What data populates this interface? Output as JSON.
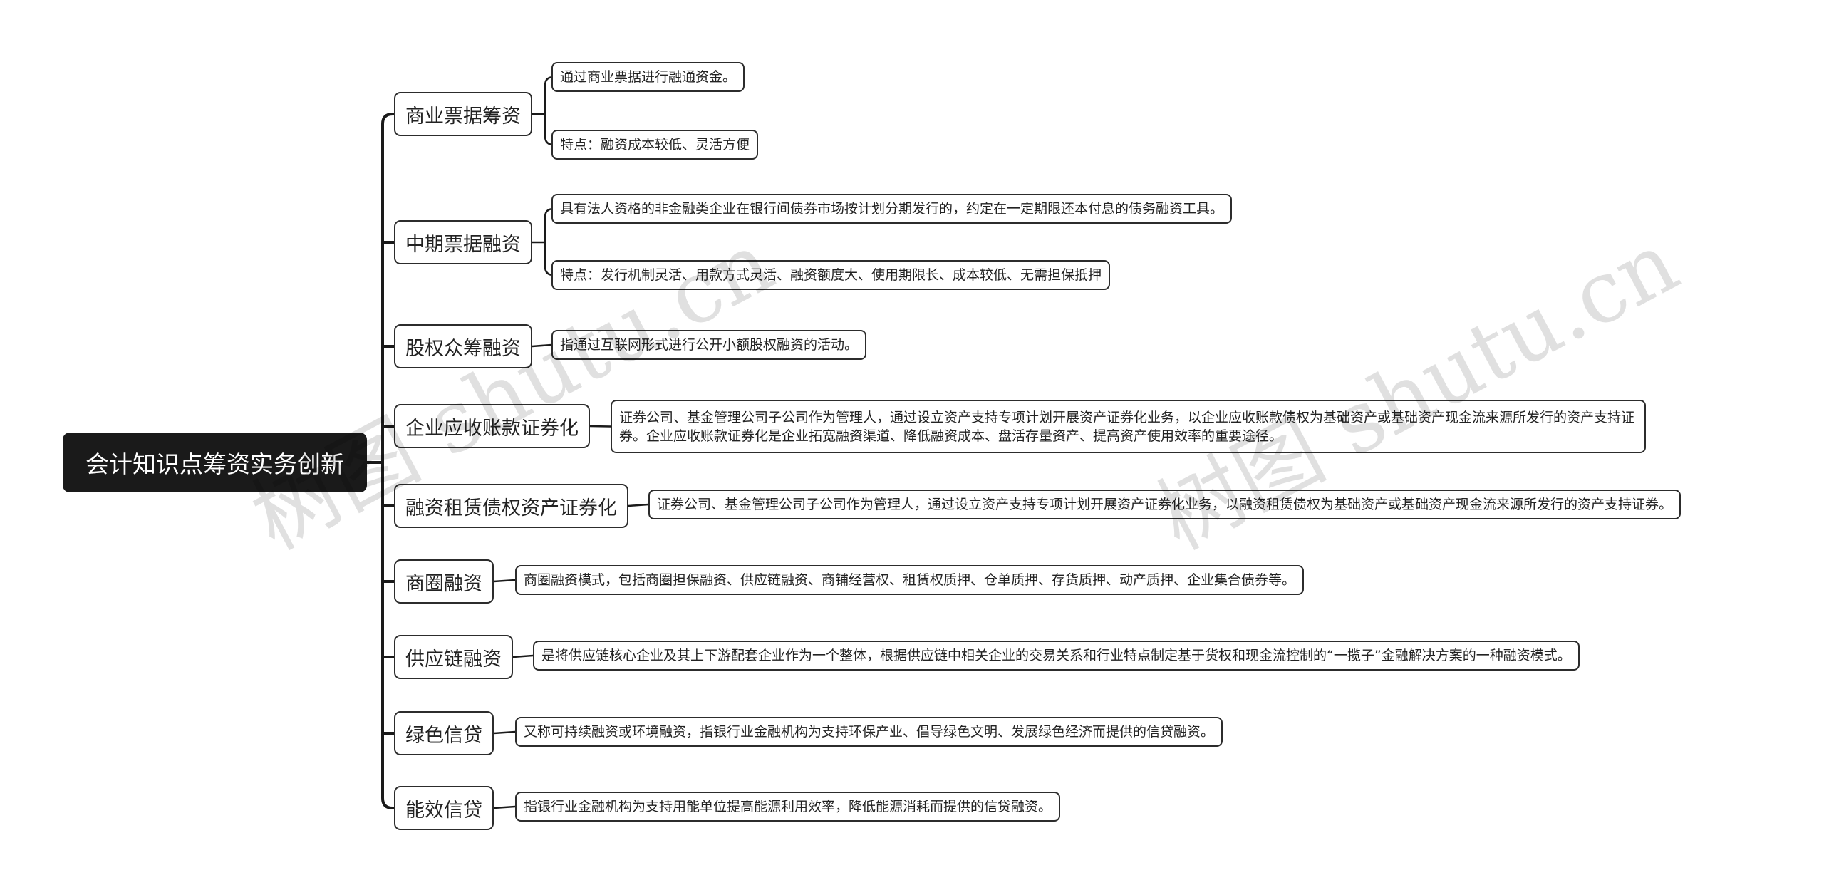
{
  "root": {
    "label": "会计知识点筹资实务创新"
  },
  "watermark": "树图 shutu.cn",
  "branches": [
    {
      "label": "商业票据筹资",
      "leaves": [
        "通过商业票据进行融通资金。",
        "特点：融资成本较低、灵活方便"
      ]
    },
    {
      "label": "中期票据融资",
      "leaves": [
        "具有法人资格的非金融类企业在银行间债券市场按计划分期发行的，约定在一定期限还本付息的债务融资工具。",
        "特点：发行机制灵活、用款方式灵活、融资额度大、使用期限长、成本较低、无需担保抵押"
      ]
    },
    {
      "label": "股权众筹融资",
      "leaves": [
        "指通过互联网形式进行公开小额股权融资的活动。"
      ]
    },
    {
      "label": "企业应收账款证券化",
      "leaves": [
        "证券公司、基金管理公司子公司作为管理人，通过设立资产支持专项计划开展资产证券化业务，以企业应收账款债权为基础资产或基础资产现金流来源所发行的资产支持证券。企业应收账款证券化是企业拓宽融资渠道、降低融资成本、盘活存量资产、提高资产使用效率的重要途径。"
      ]
    },
    {
      "label": "融资租赁债权资产证券化",
      "leaves": [
        "证券公司、基金管理公司子公司作为管理人，通过设立资产支持专项计划开展资产证券化业务，以融资租赁债权为基础资产或基础资产现金流来源所发行的资产支持证券。"
      ]
    },
    {
      "label": "商圈融资",
      "leaves": [
        "商圈融资模式，包括商圈担保融资、供应链融资、商铺经营权、租赁权质押、仓单质押、存货质押、动产质押、企业集合债券等。"
      ]
    },
    {
      "label": "供应链融资",
      "leaves": [
        "是将供应链核心企业及其上下游配套企业作为一个整体，根据供应链中相关企业的交易关系和行业特点制定基于货权和现金流控制的“一揽子”金融解决方案的一种融资模式。"
      ]
    },
    {
      "label": "绿色信贷",
      "leaves": [
        "又称可持续融资或环境融资，指银行业金融机构为支持环保产业、倡导绿色文明、发展绿色经济而提供的信贷融资。"
      ]
    },
    {
      "label": "能效信贷",
      "leaves": [
        "指银行业金融机构为支持用能单位提高能源利用效率，降低能源消耗而提供的信贷融资。"
      ]
    }
  ]
}
